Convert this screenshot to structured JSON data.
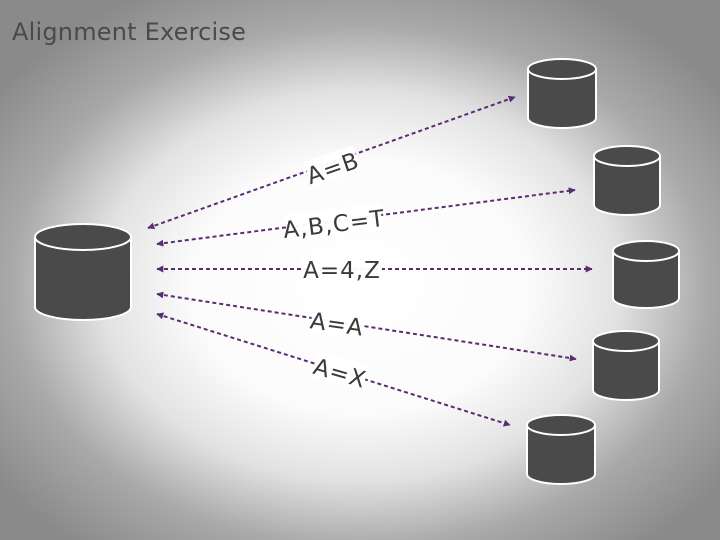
{
  "title": "Alignment Exercise",
  "colors": {
    "arrow": "#5a2b72",
    "database_fill": "#4a4a4a",
    "database_stroke": "#ffffff",
    "label_text": "#3a3a3a"
  },
  "nodes": [
    {
      "id": "source",
      "icon": "database-icon"
    },
    {
      "id": "target-1",
      "icon": "database-icon"
    },
    {
      "id": "target-2",
      "icon": "database-icon"
    },
    {
      "id": "target-3",
      "icon": "database-icon"
    },
    {
      "id": "target-4",
      "icon": "database-icon"
    },
    {
      "id": "target-5",
      "icon": "database-icon"
    }
  ],
  "edges": [
    {
      "from": "source",
      "to": "target-1",
      "label": "A=B",
      "direction": "both"
    },
    {
      "from": "source",
      "to": "target-2",
      "label": "A,B,C=T",
      "direction": "both"
    },
    {
      "from": "source",
      "to": "target-3",
      "label": "A=4,Z",
      "direction": "both"
    },
    {
      "from": "source",
      "to": "target-4",
      "label": "A=A",
      "direction": "both"
    },
    {
      "from": "source",
      "to": "target-5",
      "label": "A=X",
      "direction": "both"
    }
  ]
}
